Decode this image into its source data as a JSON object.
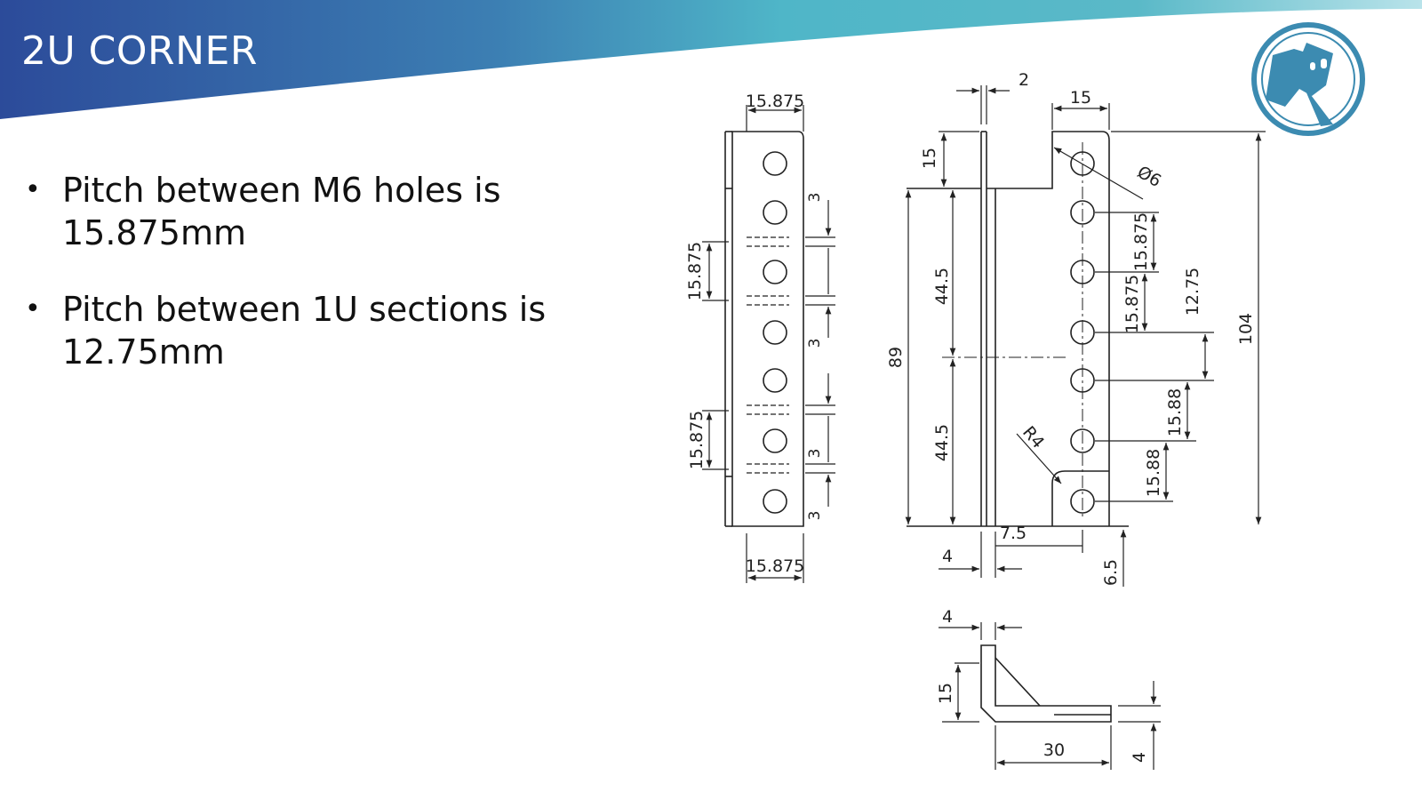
{
  "slide": {
    "title": "2U CORNER",
    "bullets": [
      {
        "line1": "Pitch between M6 holes is",
        "line2": "15.875mm"
      },
      {
        "line1": "Pitch between 1U sections is",
        "line2": "12.75mm"
      }
    ]
  },
  "colors": {
    "banner_dark": "#2c4b9a",
    "banner_mid": "#3f89b8",
    "banner_light": "#4fb6c8",
    "logo_ring": "#3c8bb1",
    "drawing": "#222222"
  },
  "logo": {
    "icon": "mascot-logo-icon"
  },
  "drawing": {
    "front_view": {
      "dim_top": "15.875",
      "dim_bottom": "15.875",
      "dim_left_upper": "15.875",
      "dim_left_lower": "15.875",
      "dim_3": "3"
    },
    "side_view": {
      "dim_thickness": "2",
      "dim_width": "15",
      "dim_flange": "15",
      "dim_hole": "Ø6",
      "dim_half": "44.5",
      "dim_height": "89",
      "dim_total": "104",
      "dim_pitch": "15.875",
      "dim_section": "12.75",
      "dim_pitch_2": "15.88",
      "dim_radius": "R4",
      "dim_offset": "7.5",
      "dim_base": "4",
      "dim_edge": "6.5"
    },
    "bottom_view": {
      "dim_thickness": "4",
      "dim_flange": "15",
      "dim_length": "30",
      "dim_base": "4"
    }
  }
}
